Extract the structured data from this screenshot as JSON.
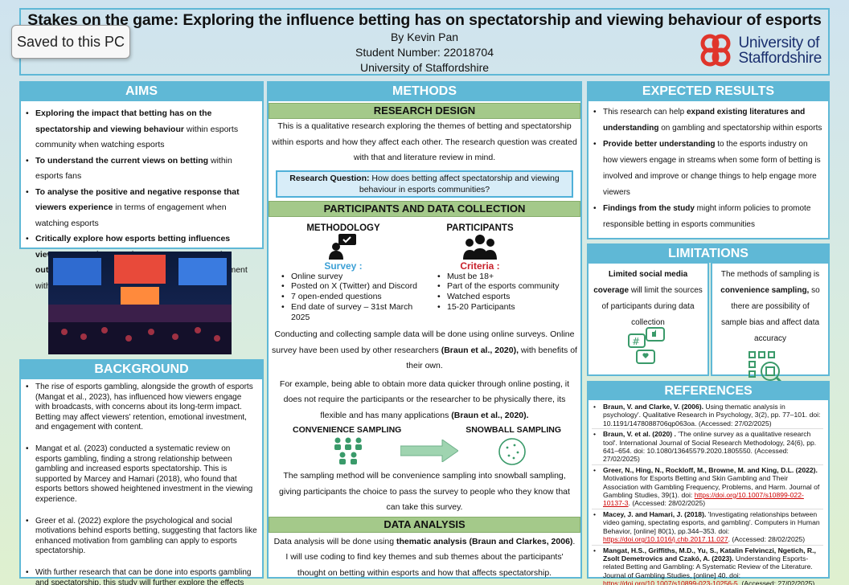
{
  "header": {
    "title": "Stakes on the game: Exploring the influence betting has on spectatorship and viewing behaviour of esports",
    "author": "By Kevin Pan",
    "student_number": "Student Number: 22018704",
    "university": "University of Staffordshire",
    "logo_line1": "University of",
    "logo_line2": "Staffordshire"
  },
  "toast": {
    "label": "Saved to this PC"
  },
  "aims": {
    "heading": "AIMS",
    "items": [
      {
        "bold": "Exploring the impact that betting has on the spectatorship and viewing behaviour",
        "rest": " within esports community when watching esports"
      },
      {
        "bold": "To understand the current views on betting",
        "rest": " within esports fans"
      },
      {
        "bold": "To analyse the positive and negative response that viewers experience",
        "rest": " in terms of engagement when watching esports"
      },
      {
        "bold": "Critically explore how esports betting influences viewer connections to players, teams, or match outcomes,",
        "rest": " and whether this fosters deeper engagement with the sport"
      }
    ]
  },
  "background": {
    "heading": "BACKGROUND",
    "items": [
      "The rise of esports gambling, alongside the growth of esports (Mangat et al., 2023), has influenced how viewers engage with broadcasts, with concerns about its long-term impact. Betting may affect viewers' retention, emotional investment, and engagement with content.",
      "Mangat et al. (2023) conducted a systematic review on esports gambling, finding a strong relationship between gambling and increased esports spectatorship. This is supported by Marcey and Hamari (2018), who found that esports bettors showed heightened investment in the viewing experience.",
      "Greer et al. (2022) explore the psychological and social motivations behind esports betting, suggesting that factors like enhanced motivation from gambling can apply to esports spectatorship.",
      "With further research that can be done into esports gambling and spectatorship, this study will further explore the effects betting may have on the spectatorship and viewing behaviour in esports."
    ]
  },
  "methods": {
    "heading": "METHODS",
    "research_design": {
      "heading": "RESEARCH DESIGN",
      "text": "This is a qualitative research exploring the themes of betting and spectatorship within esports and how they affect each other. The research question was created with that and literature review in mind.",
      "rq_label": "Research Question:",
      "rq_text": " How does betting affect spectatorship and viewing behaviour in esports communities?"
    },
    "participants": {
      "heading": "PARTICIPANTS AND DATA COLLECTION",
      "methodology_title": "METHODOLOGY",
      "survey_label": "Survey :",
      "survey_items": [
        "Online survey",
        "Posted on X (Twitter) and Discord",
        "7 open-ended questions",
        "End date of survey – 31st March 2025"
      ],
      "participants_title": "PARTICIPANTS",
      "criteria_label": "Criteria :",
      "criteria_items": [
        "Must be 18+",
        "Part of the esports community",
        "Watched esports",
        "15-20 Participants"
      ],
      "para1_a": "Conducting and collecting sample data will be done using online surveys. Online survey have been used by other researchers ",
      "para1_cite": "(Braun et al., 2020),",
      "para1_b": " with benefits of their own.",
      "para2_a": "For example, being able to obtain more data quicker through online posting, it does not require the participants or the researcher to be physically there, its flexible and has many applications ",
      "para2_cite": "(Braun et al., 2020).",
      "conv_label": "CONVENIENCE SAMPLING",
      "snow_label": "SNOWBALL SAMPLING",
      "para3": "The sampling method will be convenience sampling into snowball sampling, giving participants the choice to pass the survey to people who they know that can take this survey."
    },
    "analysis": {
      "heading": "DATA ANALYSIS",
      "text_a": "Data analysis will be done using ",
      "text_bold": "thematic analysis (Braun and Clarkes, 2006)",
      "text_b": ". I will use coding to find key themes and sub themes about the participants' thought on betting within esports and how that affects spectatorship."
    }
  },
  "expected": {
    "heading": "EXPECTED RESULTS",
    "items": [
      {
        "a": "This research can help ",
        "bold": "expand existing literatures and understanding",
        "b": " on gambling and spectatorship within esports"
      },
      {
        "a": "",
        "bold": "Provide better understanding",
        "b": " to the esports industry on how viewers engage in streams when some form of betting is involved and improve or change things to help engage more viewers"
      },
      {
        "a": "",
        "bold": "Findings from the study",
        "b": " might inform policies to promote responsible betting in esports communities"
      }
    ]
  },
  "limitations": {
    "heading": "LIMITATIONS",
    "left_bold": "Limited social media coverage",
    "left_rest": " will limit the sources of participants during data collection",
    "right_a": "The methods of sampling is ",
    "right_bold": "convenience sampling,",
    "right_b": " so there are possibility of sample bias and affect data accuracy"
  },
  "references": {
    "heading": "REFERENCES",
    "items": [
      {
        "a": "Braun, V. and Clarke, V. (2006).",
        "b": " Using thematic analysis in psychology'. Qualitative Research in Psychology, 3(2), pp. 77–101. doi: 10.1191/1478088706qp063oa. (Accessed: 27/02/2025)",
        "link": ""
      },
      {
        "a": "Braun, V. et al. (2020) .",
        "b": " 'The online survey as a qualitative research tool'. International Journal of Social Research Methodology, 24(6), pp. 641–654. doi: 10.1080/13645579.2020.1805550. (Accessed: 27/02/2025)",
        "link": ""
      },
      {
        "a": "Greer, N., Hing, N., Rockloff, M., Browne, M. and King, D.L. (2022).",
        "b": " Motivations for Esports Betting and Skin Gambling and Their Association with Gambling Frequency, Problems, and Harm. Journal of Gambling Studies, 39(1). doi: ",
        "link": "https://doi.org/10.1007/s10899-022-10137-3",
        "c": ". (Accessed: 28/02/2025)"
      },
      {
        "a": "Macey, J. and Hamari, J. (2018).",
        "b": " 'Investigating relationships between video gaming, spectating esports, and gambling'. Computers in Human Behavior, [online] 80(1), pp.344–353. doi: ",
        "link": "https://doi.org/10.1016/j.chb.2017.11.027",
        "c": ". (Accessed: 28/02/2025)"
      },
      {
        "a": "Mangat, H.S., Griffiths, M.D., Yu, S., Katalin Felvinczi, Ngetich, R., Zsolt Demetrovics and Czakó, A. (2023).",
        "b": " Understanding Esports-related Betting and Gambling: A Systematic Review of the Literature. Journal of Gambling Studies, [online] 40. doi: ",
        "link": "https://doi.org/10.1007/s10899-023-10256-5",
        "c": ". (Accessed: 27/02/2025)"
      }
    ]
  },
  "colors": {
    "accent": "#5fb8d6",
    "green": "#a4c98a",
    "survey": "#3ca0d6",
    "criteria": "#c8202a",
    "icon_green": "#3a9a6a"
  }
}
